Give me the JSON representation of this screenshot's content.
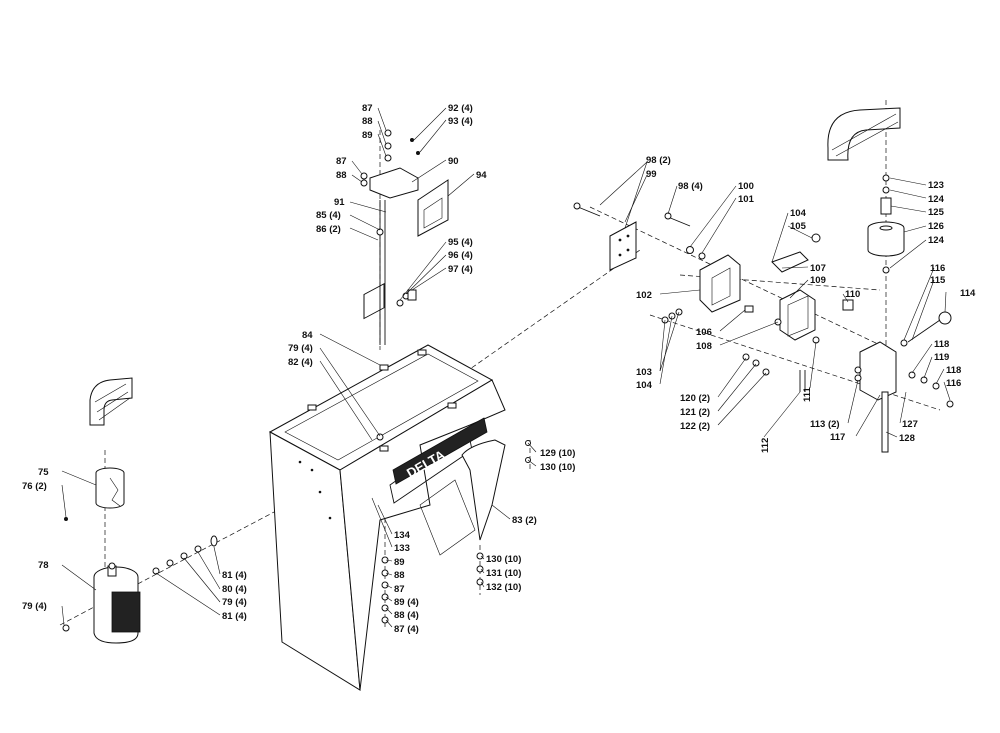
{
  "brand": "DELTA",
  "labels": {
    "l75": "75",
    "l76": "76 (2)",
    "l78": "78",
    "l79a": "79 (4)",
    "l81a": "81 (4)",
    "l80": "80 (4)",
    "l79b": "79 (4)",
    "l81b": "81 (4)",
    "l84": "84",
    "l79c": "79 (4)",
    "l82": "82 (4)",
    "l87a": "87",
    "l88a": "88",
    "l89a": "89",
    "l92": "92 (4)",
    "l93": "93 (4)",
    "l87b": "87",
    "l88b": "88",
    "l90": "90",
    "l94": "94",
    "l91": "91",
    "l85": "85 (4)",
    "l86": "86 (2)",
    "l95": "95 (4)",
    "l96": "96 (4)",
    "l97": "97 (4)",
    "l134": "134",
    "l133": "133",
    "l89b": "89",
    "l88c": "88",
    "l87c": "87",
    "l89c": "89 (4)",
    "l88d": "88 (4)",
    "l87d": "87 (4)",
    "l83": "83 (2)",
    "l129": "129 (10)",
    "l130a": "130 (10)",
    "l130b": "130 (10)",
    "l131": "131 (10)",
    "l132": "132 (10)",
    "l98a": "98 (2)",
    "l99": "99",
    "l98b": "98 (4)",
    "l100": "100",
    "l101": "101",
    "l104a": "104",
    "l105": "105",
    "l107": "107",
    "l109": "109",
    "l110": "110",
    "l102": "102",
    "l106": "106",
    "l108": "108",
    "l103": "103",
    "l104b": "104",
    "l111": "111",
    "l112": "112",
    "l120": "120 (2)",
    "l121": "121 (2)",
    "l122": "122 (2)",
    "l113": "113 (2)",
    "l117": "117",
    "l123": "123",
    "l124a": "124",
    "l125": "125",
    "l126": "126",
    "l124b": "124",
    "l116a": "116",
    "l115": "115",
    "l114": "114",
    "l118a": "118",
    "l119": "119",
    "l118b": "118",
    "l116b": "116",
    "l127": "127",
    "l128": "128"
  }
}
